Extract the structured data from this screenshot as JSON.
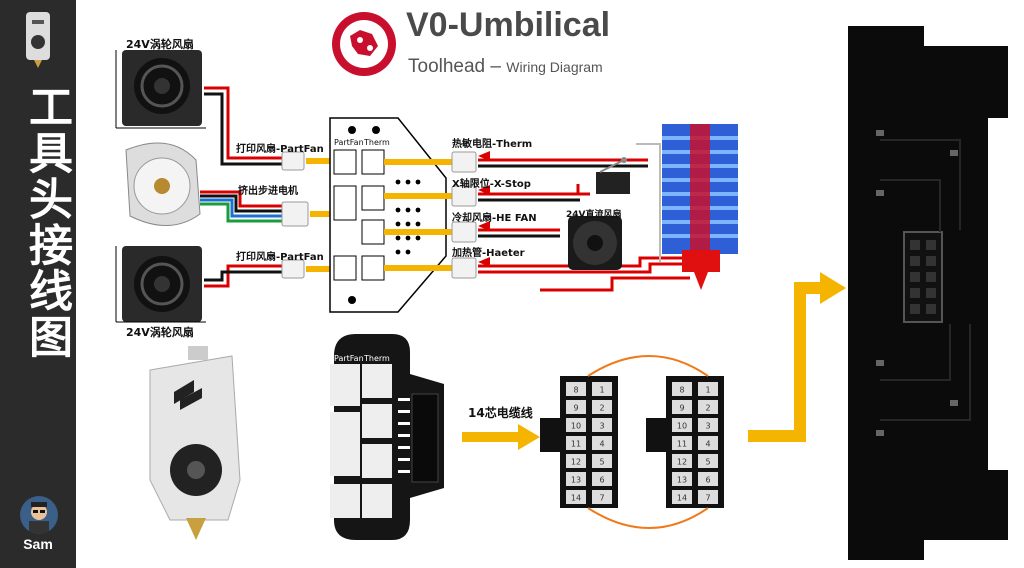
{
  "title": {
    "main": "V0-Umbilical",
    "sub_main": "Toolhead",
    "sub_dash": " – ",
    "sub_small": "Wiring Diagram"
  },
  "sidebar": {
    "vertical_title": "工具头接线图",
    "author": "Sam"
  },
  "components": {
    "fan_top_label": "24V涡轮风扇",
    "fan_bottom_label": "24V涡轮风扇",
    "cooling_fan_label": "24V直流风扇"
  },
  "connections": {
    "partfan_top": "打印风扇-PartFan",
    "extruder": "挤出步进电机",
    "partfan_bottom": "打印风扇-PartFan",
    "therm": "热敏电阻-Therm",
    "xstop": "X轴限位-X-Stop",
    "hefan": "冷却风扇-HE FAN",
    "heater": "加热管-Haeter"
  },
  "board": {
    "label_partfan": "PartFan",
    "label_therm": "Therm"
  },
  "cable": {
    "label": "14芯电缆线"
  },
  "connector_pins": {
    "left_col": [
      "8",
      "9",
      "10",
      "11",
      "12",
      "13",
      "14"
    ],
    "right_col": [
      "1",
      "2",
      "3",
      "4",
      "5",
      "6",
      "7"
    ]
  },
  "colors": {
    "arrow": "#f5b400",
    "wire_red": "#d90000",
    "sidebar": "#2b2b2b",
    "loop": "#f07a1a"
  }
}
